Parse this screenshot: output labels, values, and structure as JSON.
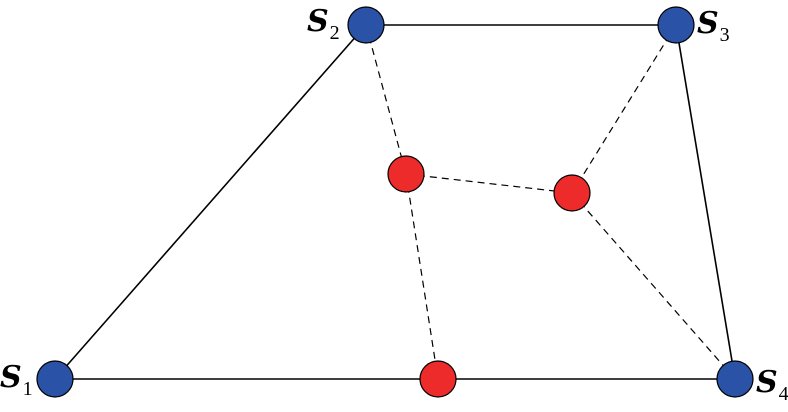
{
  "colors": {
    "terminal_node": "#2a52a6",
    "steiner_node": "#ee2b2b",
    "edge": "#000000"
  },
  "labels": {
    "s1": {
      "main": "S",
      "sub": "1"
    },
    "s2": {
      "main": "S",
      "sub": "2"
    },
    "s3": {
      "main": "S",
      "sub": "3"
    },
    "s4": {
      "main": "S",
      "sub": "4"
    }
  }
}
